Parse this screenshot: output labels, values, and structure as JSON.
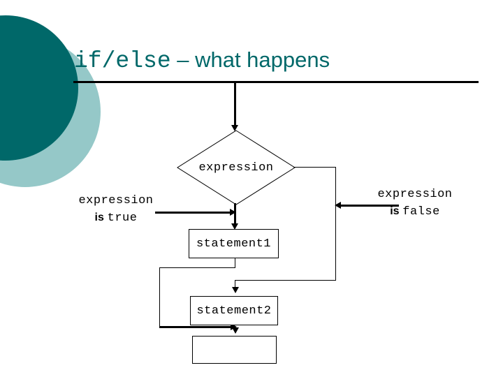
{
  "slide": {
    "title": {
      "code_part": "if/else",
      "text_part": " – what happens"
    },
    "accent_color_dark": "#006869",
    "accent_color_light": "#95c8c8",
    "stroke_color": "#000000"
  },
  "flowchart": {
    "decision": {
      "label": "expression"
    },
    "true_branch_label": {
      "line1": "expression",
      "is_word": "is",
      "value": "true"
    },
    "false_branch_label": {
      "line1": "expression",
      "is_word": "is",
      "value": "false"
    },
    "boxes": [
      {
        "label": "statement1"
      },
      {
        "label": "statement2"
      },
      {
        "label": ""
      }
    ]
  }
}
